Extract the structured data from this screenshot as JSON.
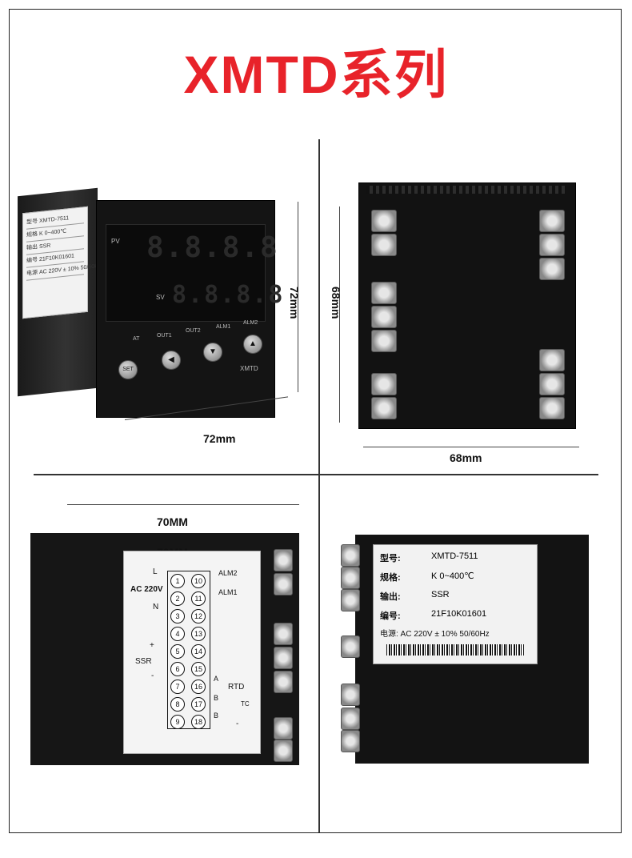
{
  "title": "XMTD系列",
  "dims": {
    "p1_width": "72mm",
    "p1_height": "72mm",
    "p2_width": "68mm",
    "p2_height": "68mm",
    "p3_width": "70MM",
    "p3_width_repeat": "70MM"
  },
  "front_label": {
    "model_key": "型号",
    "model": "XMTD-7511",
    "spec_key": "规格",
    "spec": "K  0~400℃",
    "out_key": "输出",
    "out": "SSR",
    "serial_key": "编号",
    "serial": "21F10K01601",
    "power_key": "电源",
    "power": "AC 220V ± 10% 50/60Hz"
  },
  "display": {
    "pv": "PV",
    "sv": "SV",
    "digits_pv": "8.8.8.8",
    "digits_sv": "8.8.8.8",
    "ind_at": "AT",
    "ind_out1": "OUT1",
    "ind_out2": "OUT2",
    "ind_alm1": "ALM1",
    "ind_alm2": "ALM2",
    "set": "SET",
    "brand": "XMTD"
  },
  "wiring": {
    "l": "L",
    "n": "N",
    "ac": "AC 220V",
    "ssr": "SSR",
    "plus": "+",
    "minus": "-",
    "alm2": "ALM2",
    "alm1": "ALM1",
    "rtd": "RTD",
    "tc": "TC",
    "a": "A",
    "b": "B",
    "pins_left": [
      "1",
      "2",
      "3",
      "4",
      "5",
      "6",
      "7",
      "8",
      "9"
    ],
    "pins_right": [
      "10",
      "11",
      "12",
      "13",
      "14",
      "15",
      "16",
      "17",
      "18"
    ]
  },
  "spec_label": {
    "model_key": "型号:",
    "model": "XMTD-7511",
    "spec_key": "规格:",
    "spec": "K  0~400℃",
    "out_key": "输出:",
    "out": "SSR",
    "serial_key": "编号:",
    "serial": "21F10K01601",
    "power": "电源: AC 220V ± 10% 50/60Hz"
  }
}
